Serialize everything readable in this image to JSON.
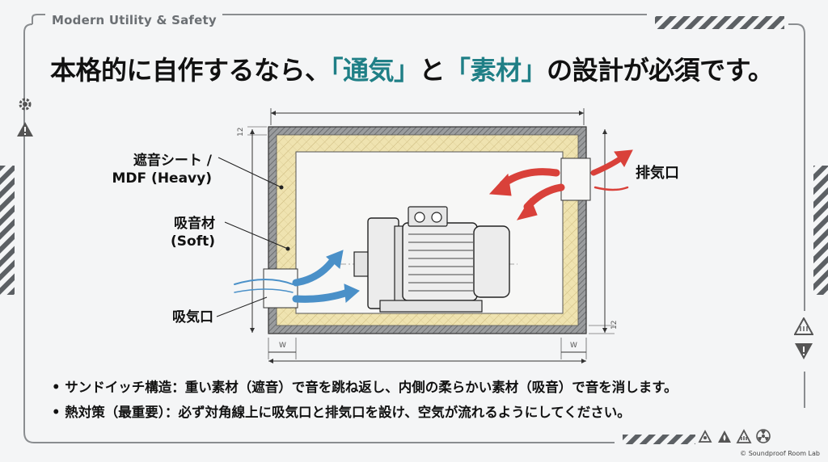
{
  "header": {
    "brand": "Modern Utility & Safety"
  },
  "title": {
    "part1": "本格的に自作するなら、",
    "highlight1": "「通気」",
    "part2": "と",
    "highlight2": "「素材」",
    "part3": "の設計が必須です。"
  },
  "diagram": {
    "labels": {
      "sheet_line1": "遮音シート /",
      "sheet_line2": "MDF (Heavy)",
      "absorber_line1": "吸音材",
      "absorber_line2": "(Soft)",
      "intake": "吸気口",
      "exhaust": "排気口"
    },
    "dims": {
      "top_thickness": "12",
      "bottom_thickness": "12",
      "width_left": "W",
      "width_right": "W"
    }
  },
  "bullets": [
    "• サンドイッチ構造：重い素材（遮音）で音を跳ね返し、内側の柔らかい素材（吸音）で音を消します。",
    "• 熱対策（最重要）：必ず対角線上に吸気口と排気口を設け、空気が流れるようにしてください。"
  ],
  "footer": {
    "copyright": "© Soundproof Room Lab"
  },
  "icons": [
    "gear-icon",
    "warning-icon",
    "heat-warning-icon",
    "hazard-icon",
    "tools-icon",
    "flame-icon",
    "battery-icon",
    "radiation-icon"
  ],
  "colors": {
    "accent": "#1f7f86",
    "intake_arrow": "#4a90c8",
    "exhaust_arrow": "#d9413a",
    "absorber": "#efe3b0"
  }
}
